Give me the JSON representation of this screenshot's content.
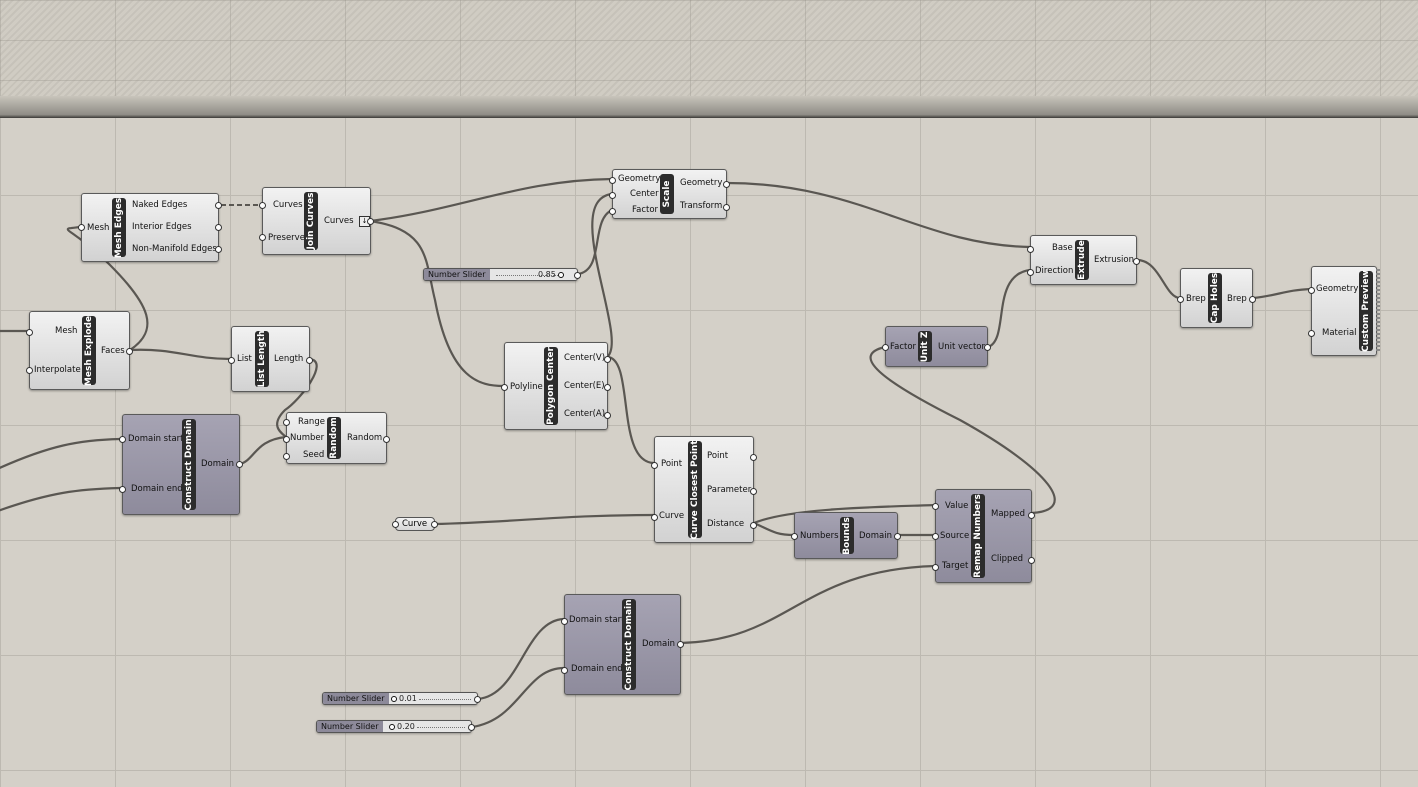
{
  "canvas": {
    "background": "#d4d0c8",
    "panel_color": "#8e8b9c",
    "wire_color": "#5a5752"
  },
  "components": {
    "mesh_edges": {
      "name": "Mesh Edges",
      "inputs": [
        "Mesh"
      ],
      "outputs": [
        "Naked Edges",
        "Interior Edges",
        "Non-Manifold Edges"
      ]
    },
    "join_curves": {
      "name": "Join Curves",
      "inputs": [
        "Curves",
        "Preserve"
      ],
      "outputs": [
        "Curves"
      ]
    },
    "scale": {
      "name": "Scale",
      "inputs": [
        "Geometry",
        "Center",
        "Factor"
      ],
      "outputs": [
        "Geometry",
        "Transform"
      ]
    },
    "extrude": {
      "name": "Extrude",
      "inputs": [
        "Base",
        "Direction"
      ],
      "outputs": [
        "Extrusion"
      ]
    },
    "cap_holes": {
      "name": "Cap Holes",
      "inputs": [
        "Brep"
      ],
      "outputs": [
        "Brep"
      ]
    },
    "custom_preview": {
      "name": "Custom Preview",
      "inputs": [
        "Geometry",
        "Material"
      ],
      "outputs": []
    },
    "mesh_explode": {
      "name": "Mesh Explode",
      "inputs": [
        "Mesh",
        "Interpolate"
      ],
      "outputs": [
        "Faces"
      ]
    },
    "list_length": {
      "name": "List Length",
      "inputs": [
        "List"
      ],
      "outputs": [
        "Length"
      ]
    },
    "polygon_center": {
      "name": "Polygon Center",
      "inputs": [
        "Polyline"
      ],
      "outputs": [
        "Center(V)",
        "Center(E)",
        "Center(A)"
      ]
    },
    "unit_z": {
      "name": "Unit Z",
      "inputs": [
        "Factor"
      ],
      "outputs": [
        "Unit vector"
      ]
    },
    "construct_domain_1": {
      "name": "Construct Domain",
      "inputs": [
        "Domain start",
        "Domain end"
      ],
      "outputs": [
        "Domain"
      ]
    },
    "random": {
      "name": "Random",
      "inputs": [
        "Range",
        "Number",
        "Seed"
      ],
      "outputs": [
        "Random"
      ]
    },
    "curve_closest_point": {
      "name": "Curve Closest Point",
      "inputs": [
        "Point",
        "Curve"
      ],
      "outputs": [
        "Point",
        "Parameter",
        "Distance"
      ]
    },
    "bounds": {
      "name": "Bounds",
      "inputs": [
        "Numbers"
      ],
      "outputs": [
        "Domain"
      ]
    },
    "remap_numbers": {
      "name": "Remap Numbers",
      "inputs": [
        "Value",
        "Source",
        "Target"
      ],
      "outputs": [
        "Mapped",
        "Clipped"
      ]
    },
    "construct_domain_2": {
      "name": "Construct Domain",
      "inputs": [
        "Domain start",
        "Domain end"
      ],
      "outputs": [
        "Domain"
      ]
    }
  },
  "sliders": {
    "slider_scale": {
      "label": "Number Slider",
      "value": "0.85"
    },
    "slider_start": {
      "label": "Number Slider",
      "value": "0.01"
    },
    "slider_end": {
      "label": "Number Slider",
      "value": "0.20"
    }
  },
  "params": {
    "curve": {
      "label": "Curve"
    }
  },
  "icons": {
    "flatten": "flatten-arrow-icon"
  }
}
